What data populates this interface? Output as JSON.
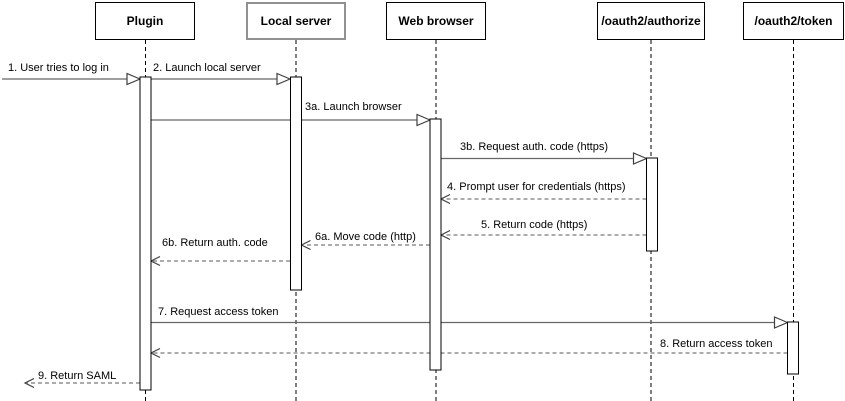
{
  "diagram": {
    "type": "uml-sequence",
    "participants": [
      {
        "label": "Plugin"
      },
      {
        "label": "Local server"
      },
      {
        "label": "Web browser"
      },
      {
        "label": "/oauth2/authorize"
      },
      {
        "label": "/oauth2/token"
      }
    ],
    "messages": [
      {
        "label": "1. User tries to log in",
        "from": "User",
        "to": "Plugin",
        "line": "solid"
      },
      {
        "label": "2. Launch local server",
        "from": "Plugin",
        "to": "Local server",
        "line": "solid"
      },
      {
        "label": "3a. Launch browser",
        "from": "Plugin",
        "to": "Web browser",
        "line": "solid"
      },
      {
        "label": "3b. Request auth. code (https)",
        "from": "Web browser",
        "to": "/oauth2/authorize",
        "line": "solid"
      },
      {
        "label": "4. Prompt user for credentials (https)",
        "from": "/oauth2/authorize",
        "to": "Web browser",
        "line": "dashed"
      },
      {
        "label": "5. Return code (https)",
        "from": "/oauth2/authorize",
        "to": "Web browser",
        "line": "dashed"
      },
      {
        "label": "6a. Move code (http)",
        "from": "Web browser",
        "to": "Local server",
        "line": "dashed"
      },
      {
        "label": "6b. Return auth. code",
        "from": "Local server",
        "to": "Plugin",
        "line": "dashed"
      },
      {
        "label": "7. Request access token",
        "from": "Plugin",
        "to": "/oauth2/token",
        "line": "solid"
      },
      {
        "label": "8. Return access token",
        "from": "/oauth2/token",
        "to": "Plugin",
        "line": "dashed"
      },
      {
        "label": "9. Return SAML",
        "from": "Plugin",
        "to": "User",
        "line": "dashed"
      }
    ],
    "colors": {
      "background": "#ffffff",
      "lifeline": "#000000",
      "solid_message": "#666666",
      "dashed_message": "#7a7a7a",
      "arrowhead": "#404040",
      "activation_border": "#000000",
      "activation_fill": "#ffffff",
      "box_border": "#000000",
      "highlight_box_border": "#919191",
      "text": "#000000"
    }
  }
}
